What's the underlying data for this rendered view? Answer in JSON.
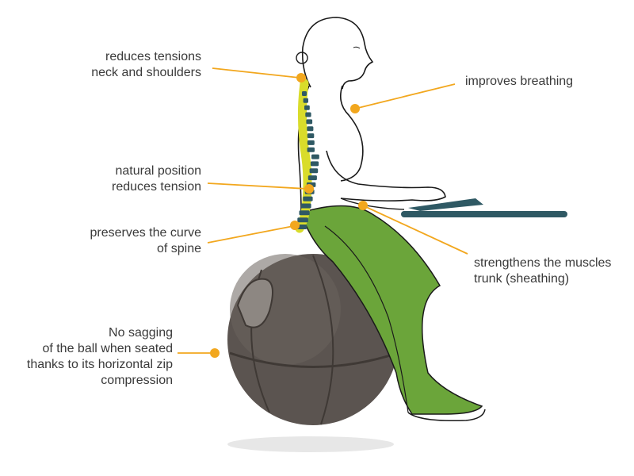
{
  "colors": {
    "accent": "#F2A71E",
    "figure_stroke": "#1a1a1a",
    "body_green": "#6BA53A",
    "spine_yellow": "#D9DC2B",
    "spine_dark": "#2F5964",
    "desk": "#2F5964",
    "ball": "#5b5450",
    "text": "#3a3a3a"
  },
  "callouts": {
    "neck": {
      "line1": "reduces tensions",
      "line2": "neck and shoulders"
    },
    "breathing": {
      "line1": "improves breathing"
    },
    "posture": {
      "line1": "natural position",
      "line2": "reduces tension"
    },
    "curve": {
      "line1": "preserves the curve",
      "line2": "of spine"
    },
    "trunk": {
      "line1": "strengthens the muscles",
      "line2": "trunk (sheathing)"
    },
    "sagging": {
      "line1": "No sagging",
      "line2": "of the ball when seated",
      "line3": "thanks to its horizontal zip",
      "line4": "compression"
    }
  }
}
